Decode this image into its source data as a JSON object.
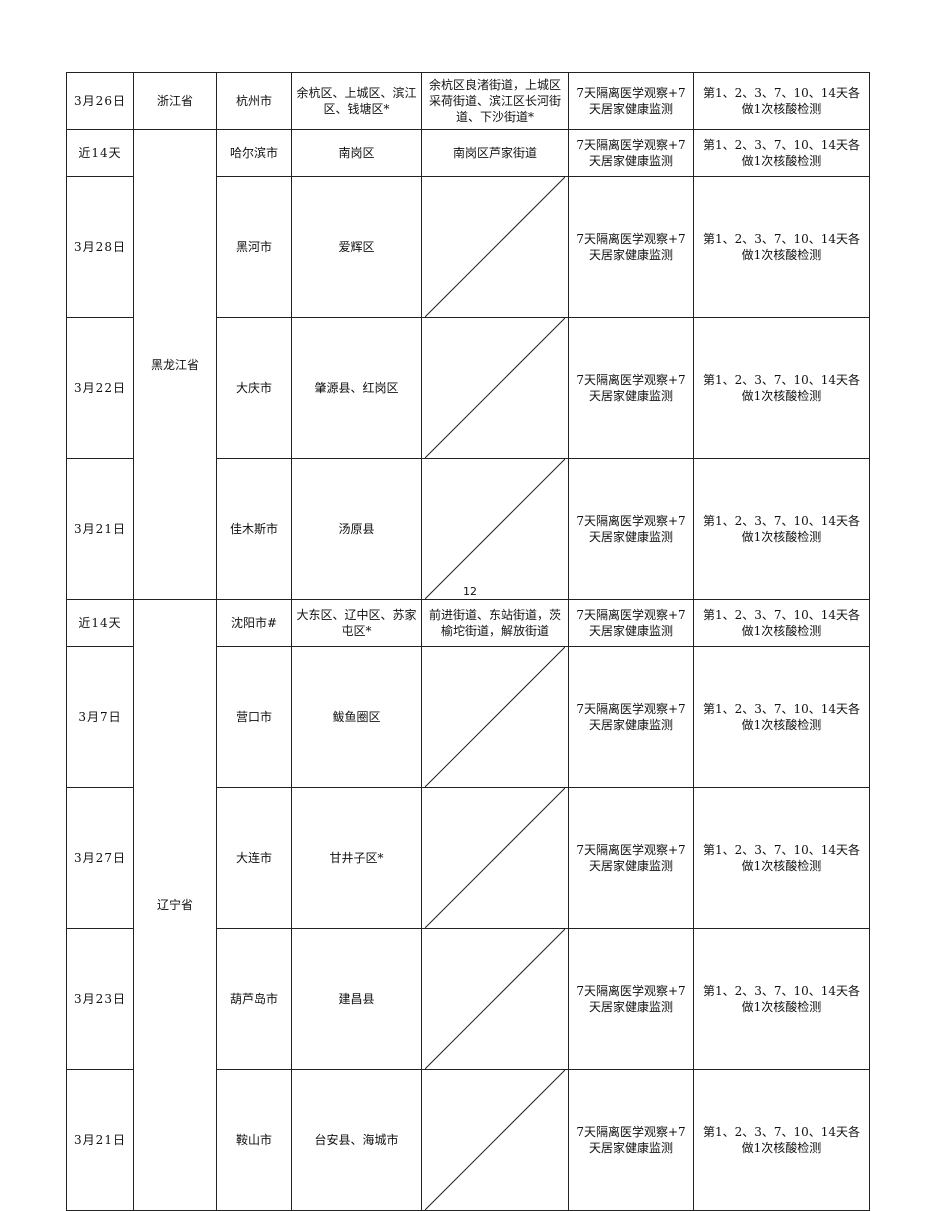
{
  "rows": [
    {
      "date": "3月26日",
      "province": "浙江省",
      "city": "杭州市",
      "district": "余杭区、上城区、滨江区、钱塘区*",
      "street": "余杭区良渚街道，上城区采荷街道、滨江区长河街道、下沙街道*",
      "measure": "7天隔离医学观察+7天居家健康监测",
      "testing": "第1、2、3、7、10、14天各做1次核酸检测"
    },
    {
      "date": "近14天",
      "province": "黑龙江省",
      "city": "哈尔滨市",
      "district": "南岗区",
      "street": "南岗区芦家街道",
      "measure": "7天隔离医学观察+7天居家健康监测",
      "testing": "第1、2、3、7、10、14天各做1次核酸检测"
    },
    {
      "date": "3月28日",
      "city": "黑河市",
      "district": "爱辉区",
      "street": "",
      "measure": "7天隔离医学观察+7天居家健康监测",
      "testing": "第1、2、3、7、10、14天各做1次核酸检测"
    },
    {
      "date": "3月22日",
      "city": "大庆市",
      "district": "肇源县、红岗区",
      "street": "",
      "measure": "7天隔离医学观察+7天居家健康监测",
      "testing": "第1、2、3、7、10、14天各做1次核酸检测"
    },
    {
      "date": "3月21日",
      "city": "佳木斯市",
      "district": "汤原县",
      "street": "",
      "measure": "7天隔离医学观察+7天居家健康监测",
      "testing": "第1、2、3、7、10、14天各做1次核酸检测"
    },
    {
      "date": "近14天",
      "province": "辽宁省",
      "city": "沈阳市#",
      "district": "大东区、辽中区、苏家屯区*",
      "street": "前进街道、东站街道，茨榆坨街道，解放街道",
      "measure": "7天隔离医学观察+7天居家健康监测",
      "testing": "第1、2、3、7、10、14天各做1次核酸检测"
    },
    {
      "date": "3月7日",
      "city": "营口市",
      "district": "鲅鱼圈区",
      "street": "",
      "measure": "7天隔离医学观察+7天居家健康监测",
      "testing": "第1、2、3、7、10、14天各做1次核酸检测"
    },
    {
      "date": "3月27日",
      "city": "大连市",
      "district": "甘井子区*",
      "street": "",
      "measure": "7天隔离医学观察+7天居家健康监测",
      "testing": "第1、2、3、7、10、14天各做1次核酸检测"
    },
    {
      "date": "3月23日",
      "city": "葫芦岛市",
      "district": "建昌县",
      "street": "",
      "measure": "7天隔离医学观察+7天居家健康监测",
      "testing": "第1、2、3、7、10、14天各做1次核酸检测"
    },
    {
      "date": "3月21日",
      "city": "鞍山市",
      "district": "台安县、海城市",
      "street": "",
      "measure": "7天隔离医学观察+7天居家健康监测",
      "testing": "第1、2、3、7、10、14天各做1次核酸检测"
    }
  ],
  "page_number": "12"
}
